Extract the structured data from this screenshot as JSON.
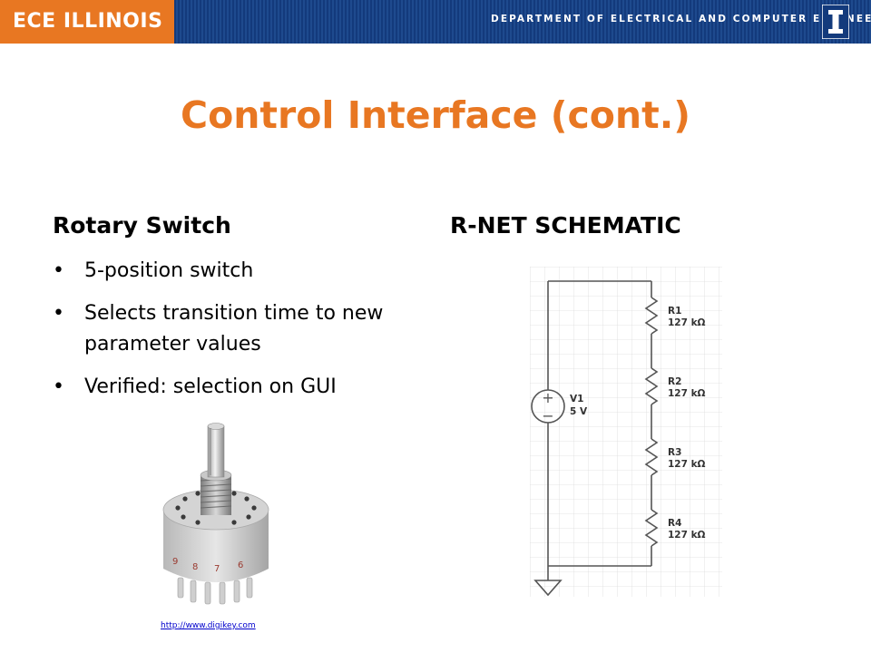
{
  "header": {
    "logo_text": "ECE ILLINOIS",
    "department": "DEPARTMENT OF ELECTRICAL AND COMPUTER ENGINEERING",
    "brand_orange": "#e87722",
    "brand_blue": "#133a7c"
  },
  "slide": {
    "title": "Control Interface (cont.)",
    "left_heading": "Rotary Switch",
    "right_heading": "R-NET SCHEMATIC",
    "bullets": [
      "5-position switch",
      "Selects transition time to new parameter values",
      "Verified: selection on GUI"
    ],
    "image_credit": "http://www.digikey.com"
  },
  "schematic": {
    "source": {
      "name": "V1",
      "value": "5 V",
      "plus": "+",
      "minus": "−"
    },
    "resistors": [
      {
        "name": "R1",
        "value": "127 kΩ"
      },
      {
        "name": "R2",
        "value": "127 kΩ"
      },
      {
        "name": "R3",
        "value": "127 kΩ"
      },
      {
        "name": "R4",
        "value": "127 kΩ"
      }
    ]
  }
}
